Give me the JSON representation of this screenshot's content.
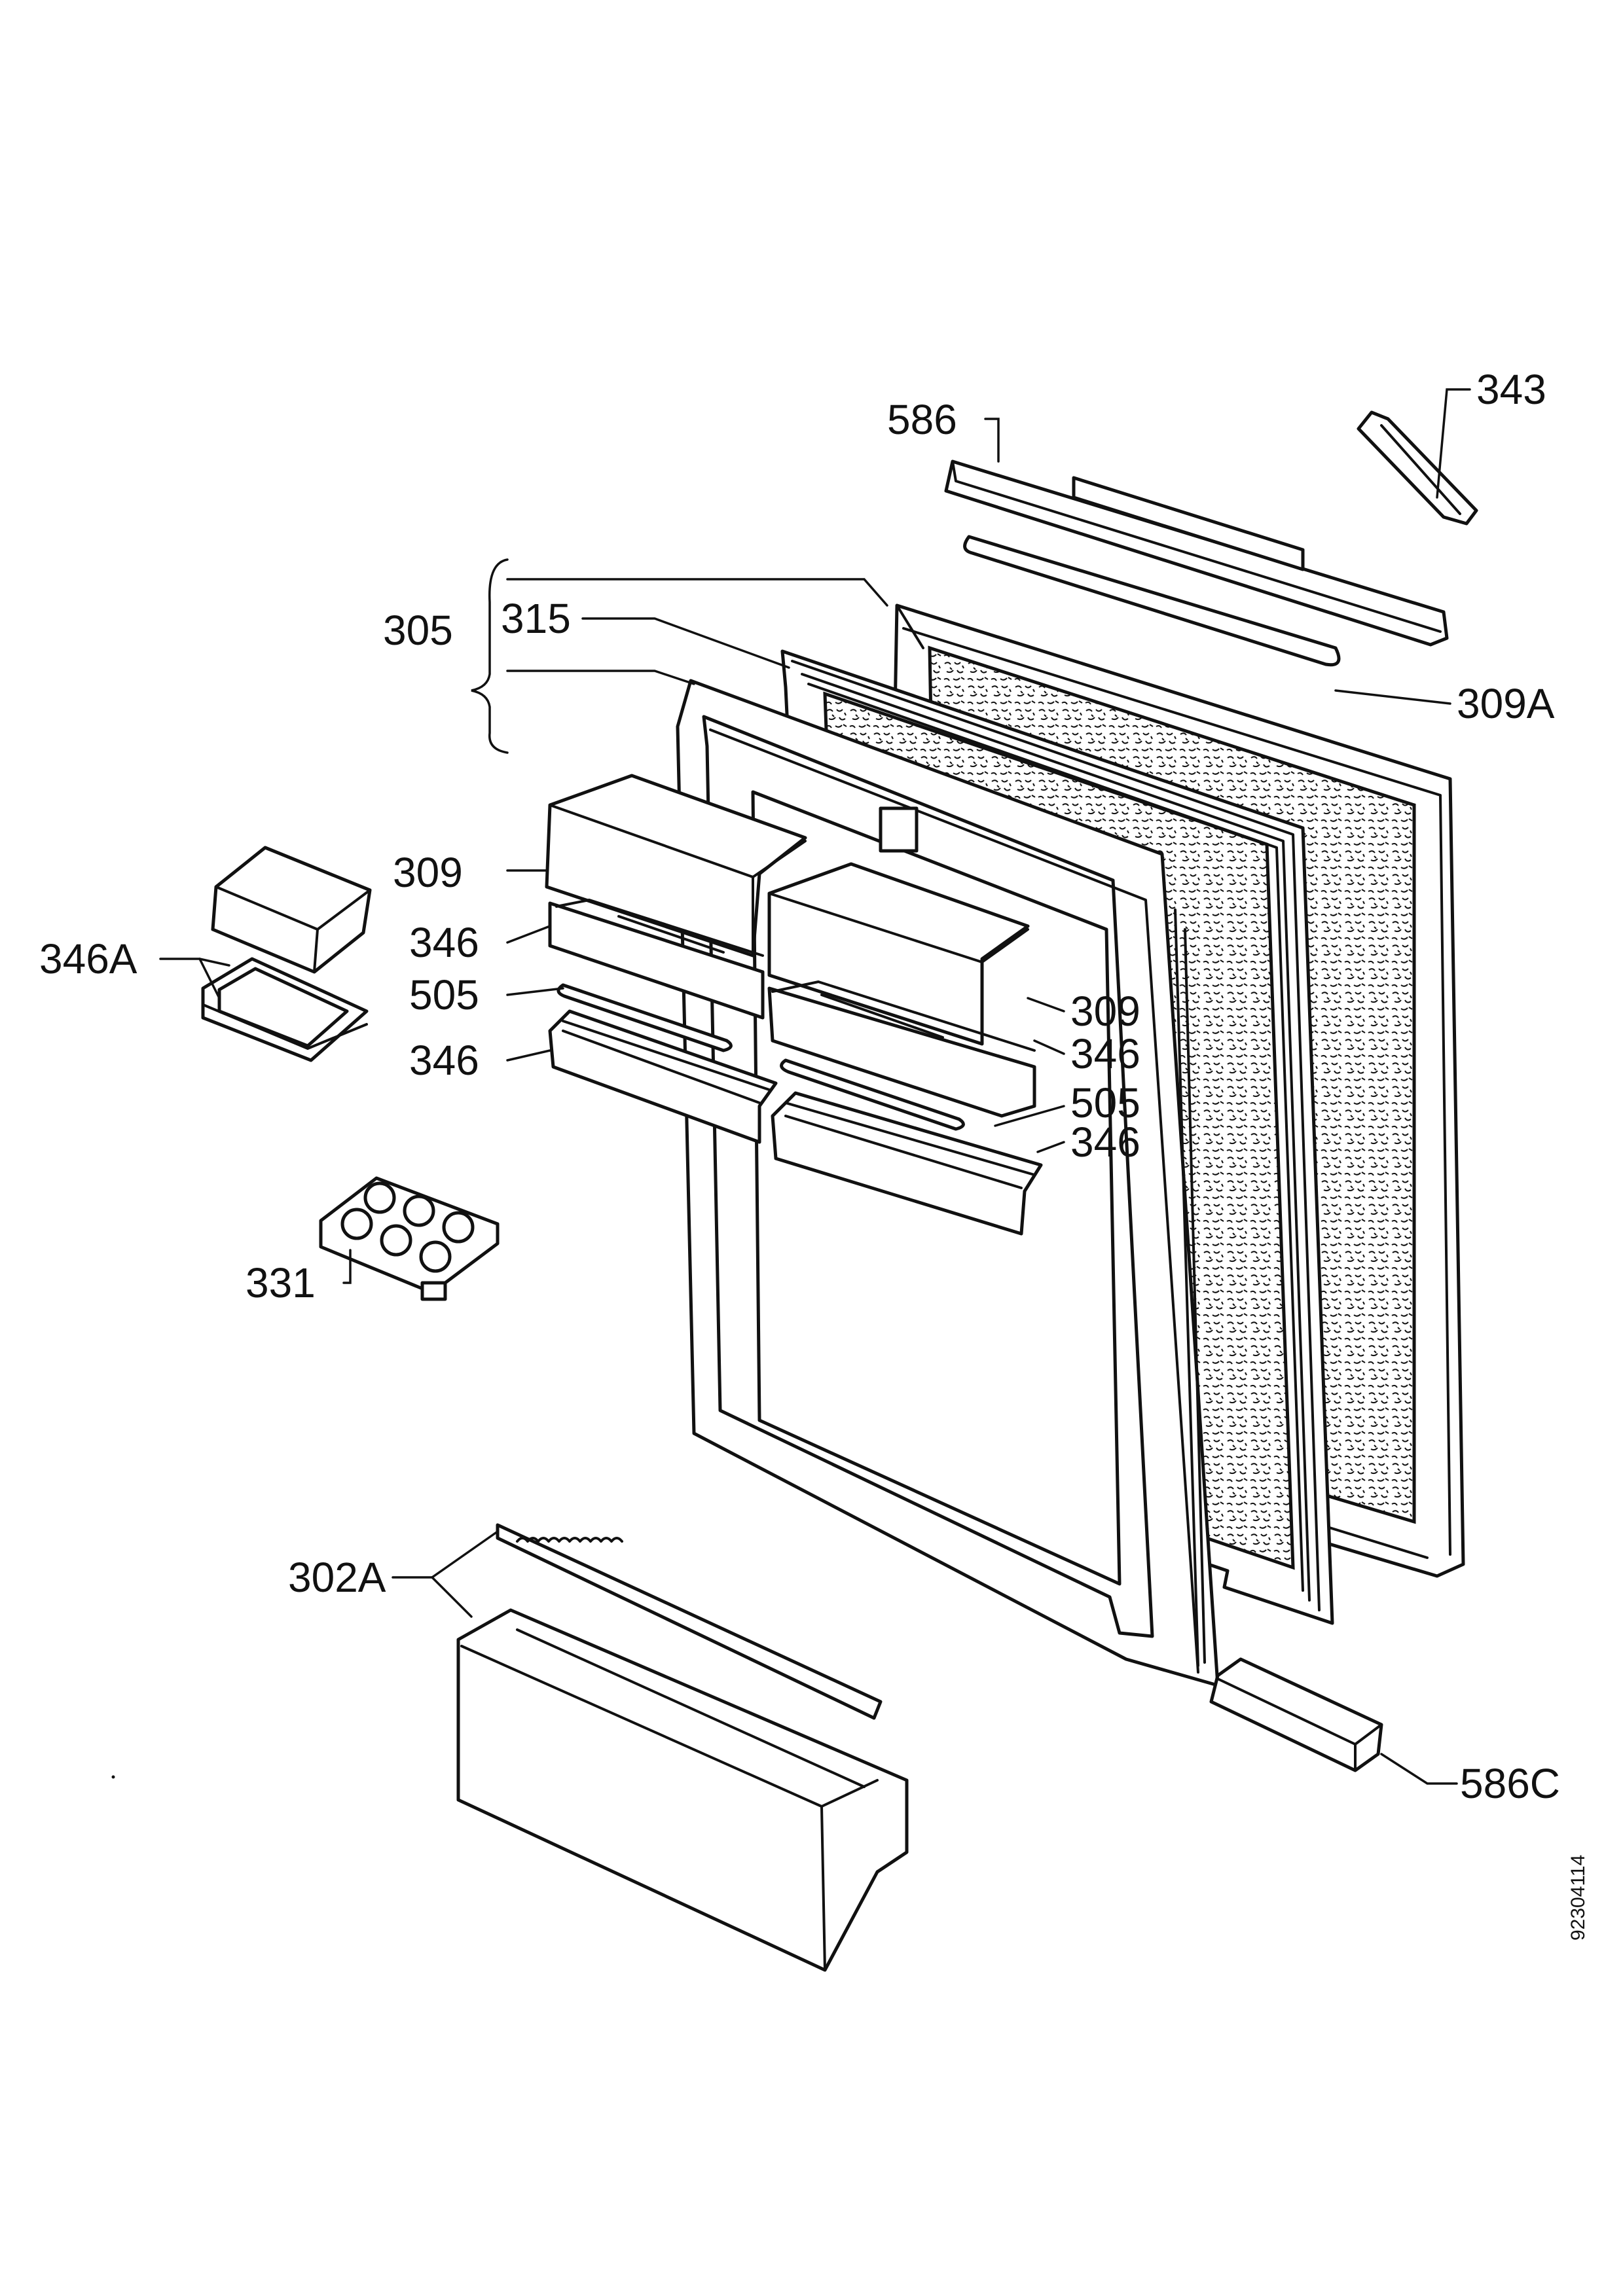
{
  "labels": {
    "l586": "586",
    "l343": "343",
    "l305": "305",
    "l315": "315",
    "l309a": "309A",
    "l309_left": "309",
    "l346_left_upper": "346",
    "l505_left": "505",
    "l346_left_lower": "346",
    "l346a": "346A",
    "l309_right": "309",
    "l346_right_upper": "346",
    "l505_right": "505",
    "l346_right_lower": "346",
    "l331": "331",
    "l302a": "302A",
    "l586c": "586C"
  },
  "document_number": "92304114",
  "colors": {
    "ink": "#111111",
    "paper": "#ffffff"
  }
}
